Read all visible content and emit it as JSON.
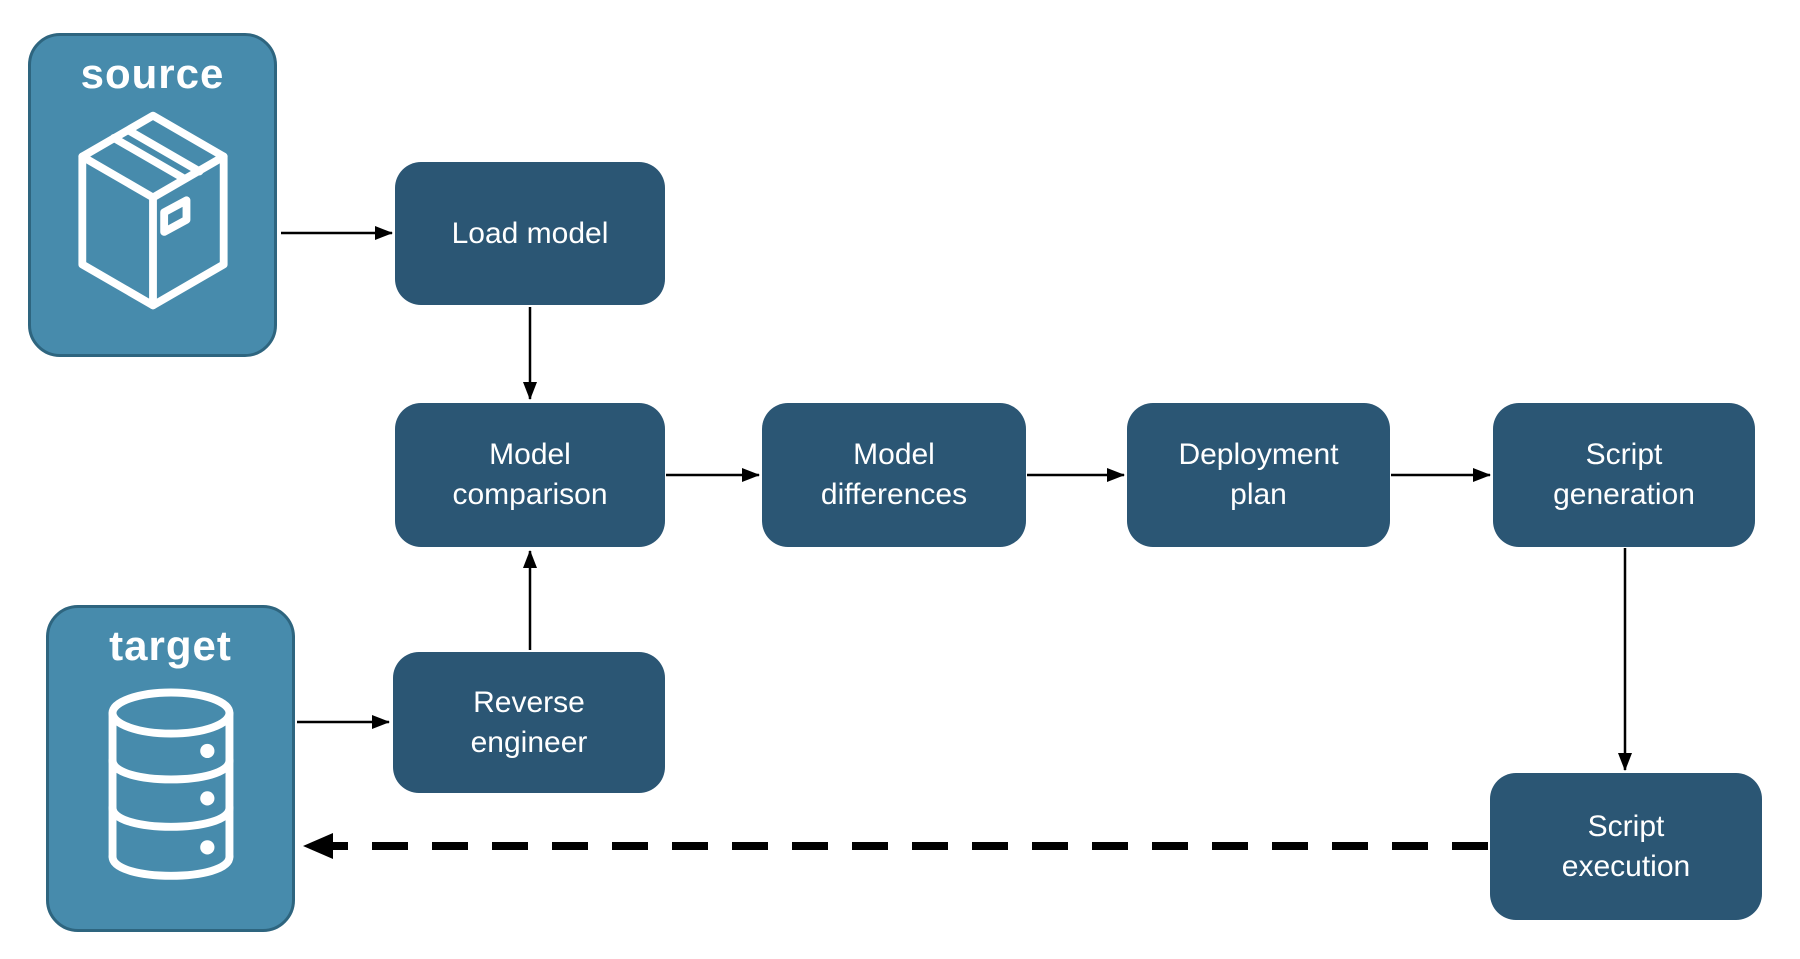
{
  "diagram": {
    "kind": "flowchart",
    "background": "#ffffff"
  },
  "colors": {
    "entity_fill": "#478BAC",
    "entity_border": "#2E657F",
    "process_fill": "#2B5674",
    "text": "#ffffff",
    "arrow": "#000000",
    "background": "#ffffff"
  },
  "nodes": {
    "source": {
      "label": "source",
      "icon": "package-icon"
    },
    "target": {
      "label": "target",
      "icon": "database-icon"
    },
    "load_model": {
      "label": "Load model"
    },
    "model_comparison": {
      "label": "Model comparison"
    },
    "model_differences": {
      "label": "Model differences"
    },
    "deployment_plan": {
      "label": "Deployment plan"
    },
    "script_generation": {
      "label": "Script generation"
    },
    "reverse_engineer": {
      "label": "Reverse engineer"
    },
    "script_execution": {
      "label": "Script execution"
    }
  },
  "edges": [
    {
      "from": "source",
      "to": "load_model",
      "style": "solid"
    },
    {
      "from": "load_model",
      "to": "model_comparison",
      "style": "solid"
    },
    {
      "from": "model_comparison",
      "to": "model_differences",
      "style": "solid"
    },
    {
      "from": "model_differences",
      "to": "deployment_plan",
      "style": "solid"
    },
    {
      "from": "deployment_plan",
      "to": "script_generation",
      "style": "solid"
    },
    {
      "from": "script_generation",
      "to": "script_execution",
      "style": "solid"
    },
    {
      "from": "target",
      "to": "reverse_engineer",
      "style": "solid"
    },
    {
      "from": "reverse_engineer",
      "to": "model_comparison",
      "style": "solid"
    },
    {
      "from": "script_execution",
      "to": "target",
      "style": "dashed"
    }
  ]
}
